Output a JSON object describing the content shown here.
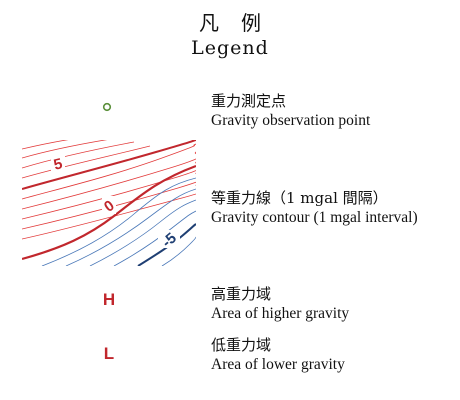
{
  "legend": {
    "title_ja": "凡例",
    "title_en": "Legend",
    "items": [
      {
        "symbol": "green-circle",
        "label_ja": "重力測定点",
        "label_en": "Gravity observation point"
      },
      {
        "symbol": "contour-sample",
        "label_ja": "等重力線（1 mgal 間隔）",
        "label_en": "Gravity contour (1 mgal interval)",
        "contour_labels": [
          "5",
          "0",
          "-5"
        ]
      },
      {
        "symbol": "H",
        "label_ja": "高重力域",
        "label_en": "Area of higher gravity"
      },
      {
        "symbol": "L",
        "label_ja": "低重力域",
        "label_en": "Area of lower gravity"
      }
    ]
  },
  "colors": {
    "positive_contour": "#e23b3b",
    "zero_contour": "#c1272d",
    "negative_contour": "#4a78b8",
    "negative_label": "#1f3f73",
    "point": "#5a8f3a",
    "high_low_text": "#c1272d"
  }
}
